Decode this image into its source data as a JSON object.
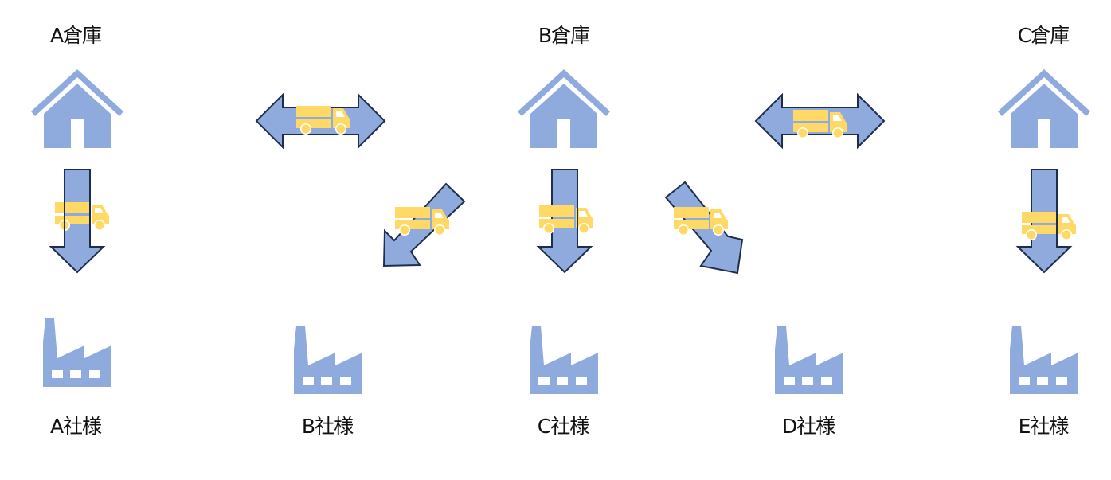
{
  "colors": {
    "icon_fill": "#8faadc",
    "arrow_fill": "#8faadc",
    "arrow_stroke": "#1f2d4d",
    "truck_fill": "#ffd966",
    "label_text": "#111111"
  },
  "warehouses": [
    {
      "id": "A",
      "label": "A倉庫",
      "icon": "house-icon"
    },
    {
      "id": "B",
      "label": "B倉庫",
      "icon": "house-icon"
    },
    {
      "id": "C",
      "label": "C倉庫",
      "icon": "house-icon"
    }
  ],
  "customers": [
    {
      "id": "A",
      "label": "A社様",
      "icon": "factory-icon"
    },
    {
      "id": "B",
      "label": "B社様",
      "icon": "factory-icon"
    },
    {
      "id": "C",
      "label": "C社様",
      "icon": "factory-icon"
    },
    {
      "id": "D",
      "label": "D社様",
      "icon": "factory-icon"
    },
    {
      "id": "E",
      "label": "E社様",
      "icon": "factory-icon"
    }
  ],
  "flows": [
    {
      "from": "A倉庫",
      "to": "A社様",
      "type": "delivery",
      "icon": "truck-icon"
    },
    {
      "from": "A倉庫",
      "to": "B倉庫",
      "type": "bidirectional-transfer",
      "icon": "truck-icon"
    },
    {
      "from": "B倉庫",
      "to": "B社様",
      "type": "delivery",
      "icon": "truck-icon"
    },
    {
      "from": "B倉庫",
      "to": "C社様",
      "type": "delivery",
      "icon": "truck-icon"
    },
    {
      "from": "B倉庫",
      "to": "D社様",
      "type": "delivery",
      "icon": "truck-icon"
    },
    {
      "from": "B倉庫",
      "to": "C倉庫",
      "type": "bidirectional-transfer",
      "icon": "truck-icon"
    },
    {
      "from": "C倉庫",
      "to": "E社様",
      "type": "delivery",
      "icon": "truck-icon"
    }
  ]
}
